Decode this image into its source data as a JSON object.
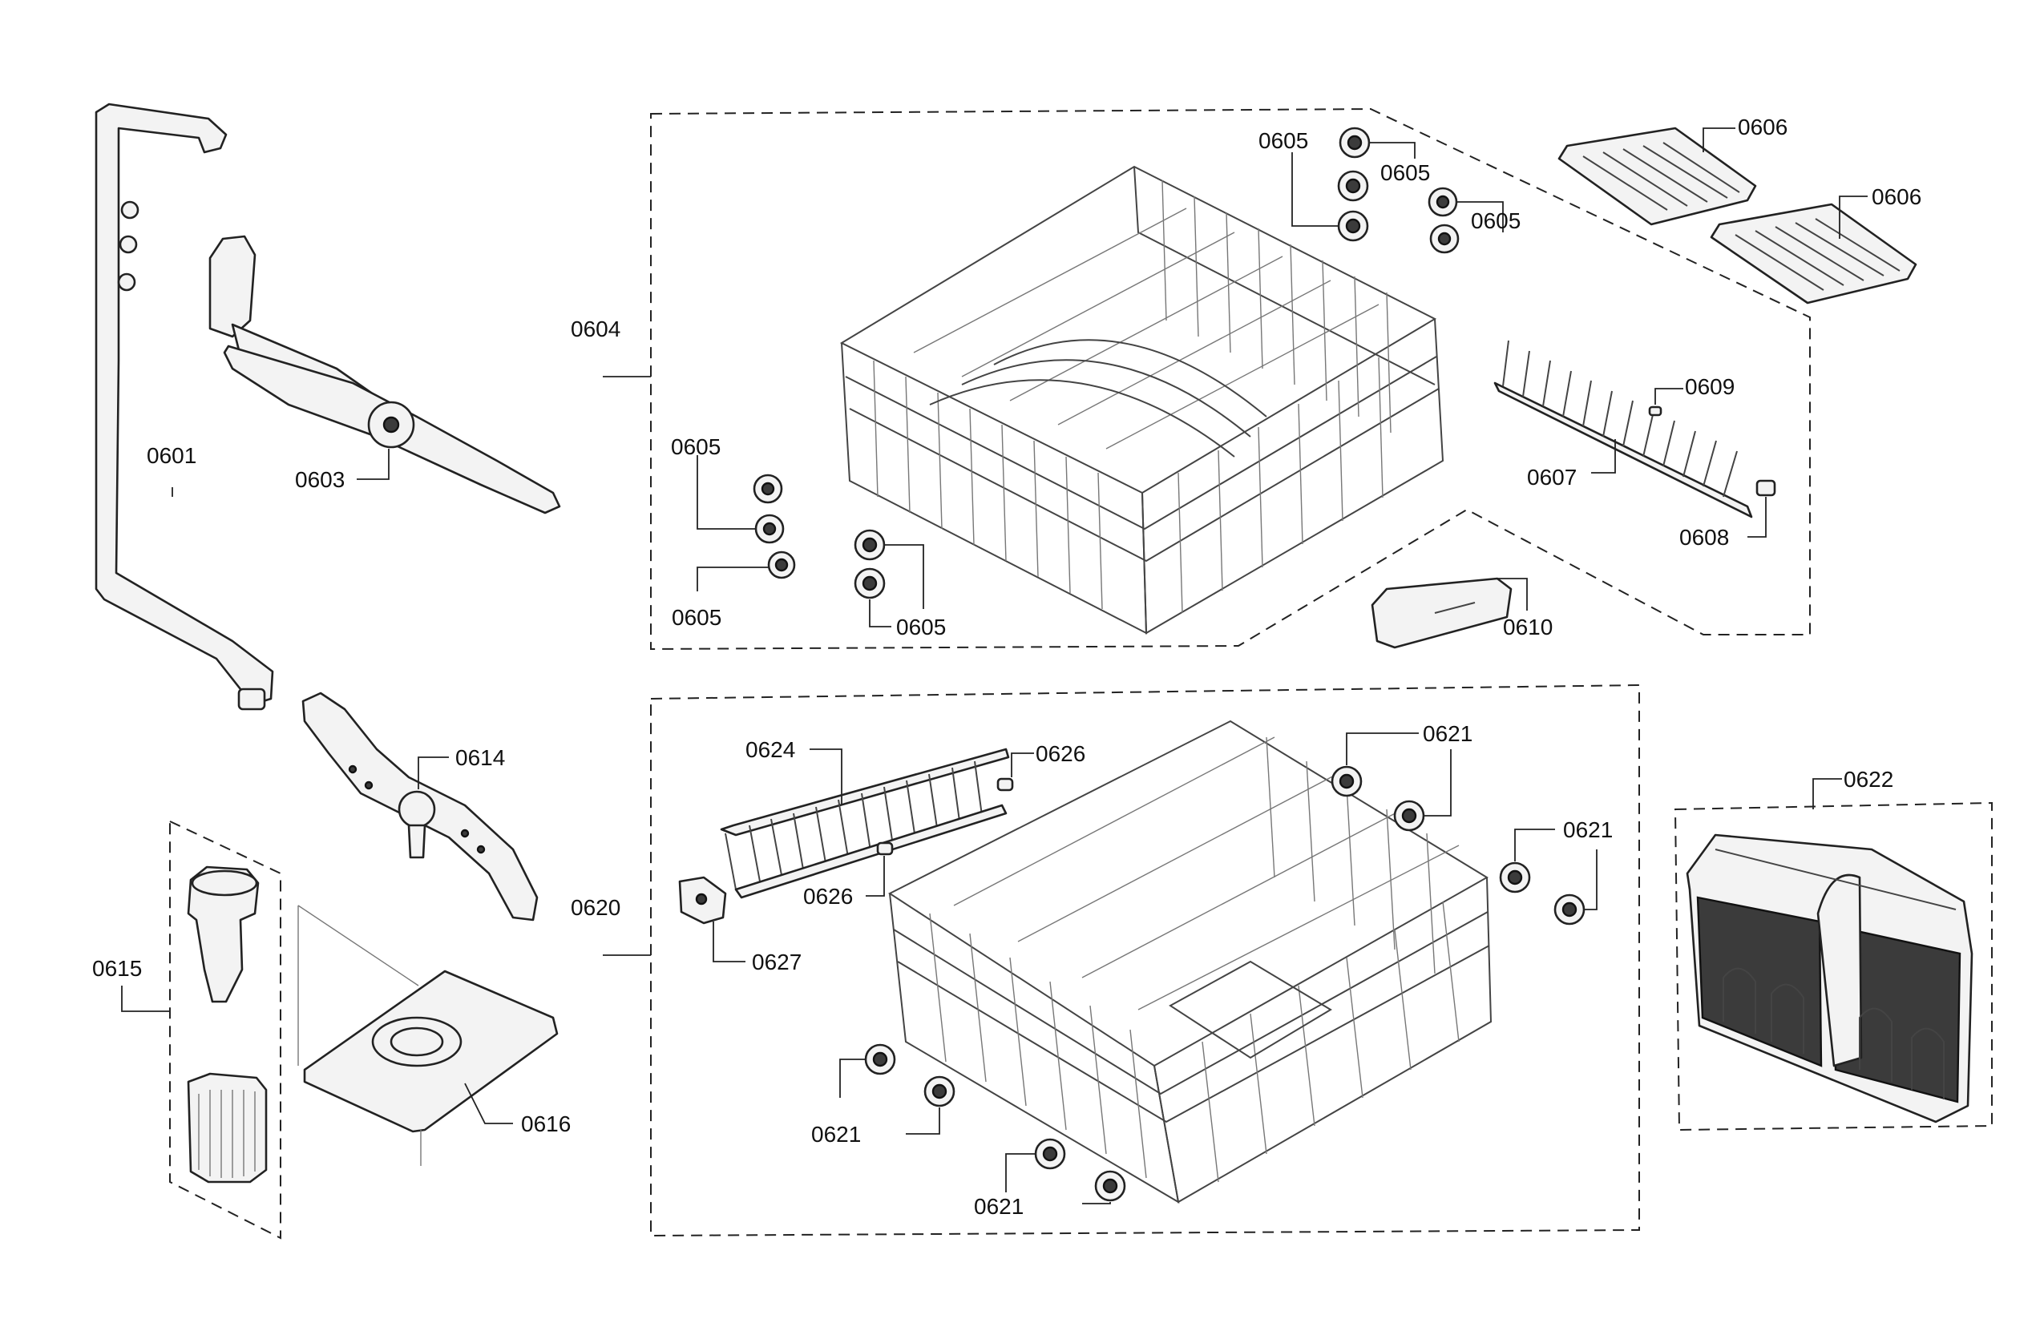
{
  "labels": {
    "p0601": "0601",
    "p0603": "0603",
    "p0604": "0604",
    "p0605": "0605",
    "p0606": "0606",
    "p0607": "0607",
    "p0608": "0608",
    "p0609": "0609",
    "p0610": "0610",
    "p0614": "0614",
    "p0615": "0615",
    "p0616": "0616",
    "p0620": "0620",
    "p0621": "0621",
    "p0622": "0622",
    "p0624": "0624",
    "p0626": "0626",
    "p0627": "0627"
  }
}
